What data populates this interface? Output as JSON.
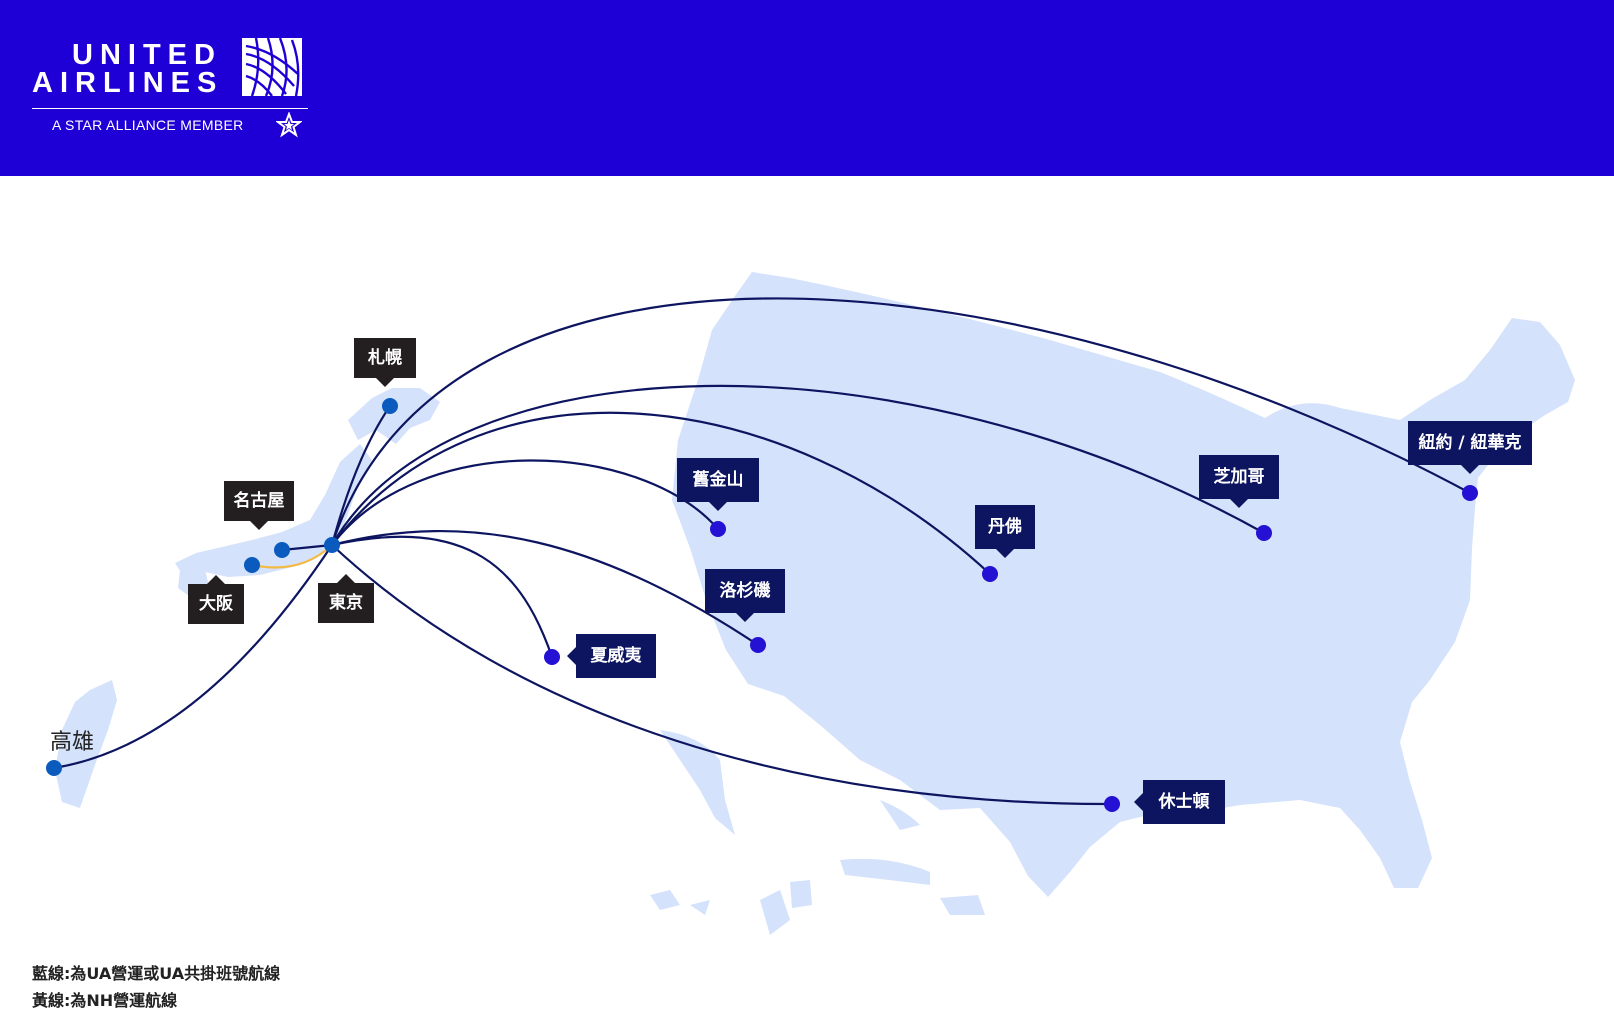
{
  "brand": {
    "line1": "UNITED",
    "line2": "AIRLINES",
    "tagline": "A STAR ALLIANCE MEMBER",
    "icons": [
      "globe-icon",
      "star-alliance-icon"
    ],
    "colors": {
      "header": "#1e00d6",
      "land": "#d4e2fb",
      "route_ua": "#0d1560",
      "route_nh": "#f5b942",
      "origin_dot": "#0a5bbd",
      "destination_dot": "#2411d3"
    }
  },
  "cities": {
    "sapporo": "札幌",
    "nagoya": "名古屋",
    "osaka": "大阪",
    "tokyo": "東京",
    "kaohsiung": "高雄",
    "hawaii": "夏威夷",
    "san_francisco": "舊金山",
    "los_angeles": "洛杉磯",
    "denver": "丹佛",
    "chicago": "芝加哥",
    "new_york": "紐約 / 紐華克",
    "houston": "休士頓"
  },
  "legend": {
    "blue": "藍線:為UA營運或UA共掛班號航線",
    "yellow": "黃線:為NH營運航線"
  }
}
